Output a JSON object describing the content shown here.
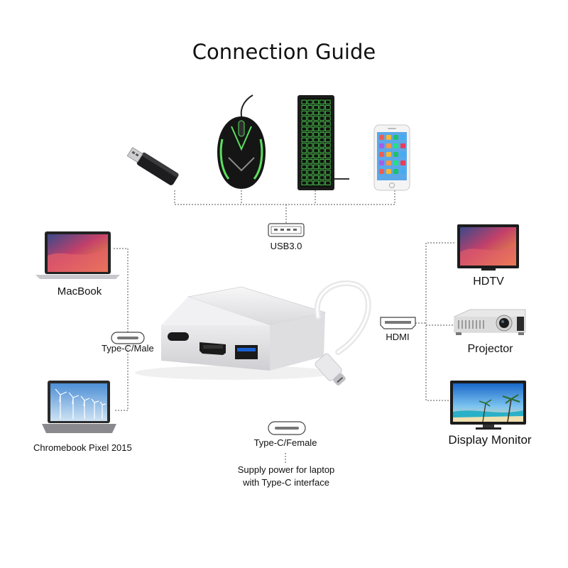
{
  "title": "Connection Guide",
  "usb_label": "USB3.0",
  "hdmi_label": "HDMI",
  "devices": {
    "macbook": "MacBook",
    "chromebook": "Chromebook Pixel 2015",
    "hdtv": "HDTV",
    "projector": "Projector",
    "monitor": "Display Monitor"
  },
  "ports": {
    "typec_male": "Type-C/Male",
    "typec_female": "Type-C/Female"
  },
  "note": {
    "line1": "Supply power for laptop",
    "line2": "with Type-C interface"
  },
  "colors": {
    "line": "#555555",
    "aluminum": "#e6e6e8",
    "keyboard_glow": "#58e05a"
  }
}
